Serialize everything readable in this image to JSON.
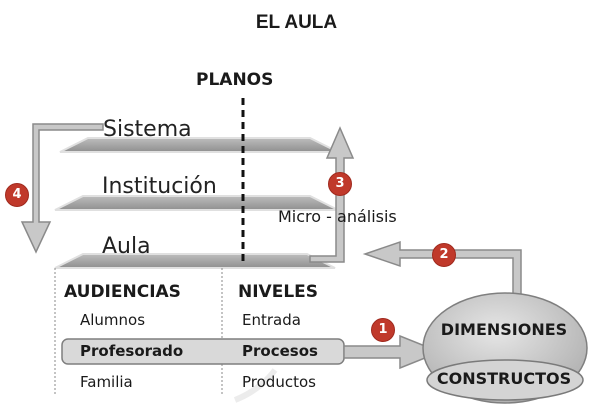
{
  "title": "EL AULA",
  "planos_label": "PLANOS",
  "planes": {
    "sistema": "Sistema",
    "institucion": "Institución",
    "aula": "Aula"
  },
  "micro_label": "Micro - análisis",
  "audiencias": {
    "header": "AUDIENCIAS",
    "items": [
      "Alumnos",
      "Profesorado",
      "Familia"
    ]
  },
  "niveles": {
    "header": "NIVELES",
    "items": [
      "Entrada",
      "Procesos",
      "Productos"
    ]
  },
  "dimensiones_label": "DIMENSIONES",
  "constructos_label": "CONSTRUCTOS",
  "badges": [
    "1",
    "2",
    "3",
    "4"
  ],
  "colors": {
    "badge": "#c0392b",
    "plane": "#a9a9a9",
    "arrow": "#c8c8c8",
    "arrow_outline": "#8a8a8a"
  }
}
